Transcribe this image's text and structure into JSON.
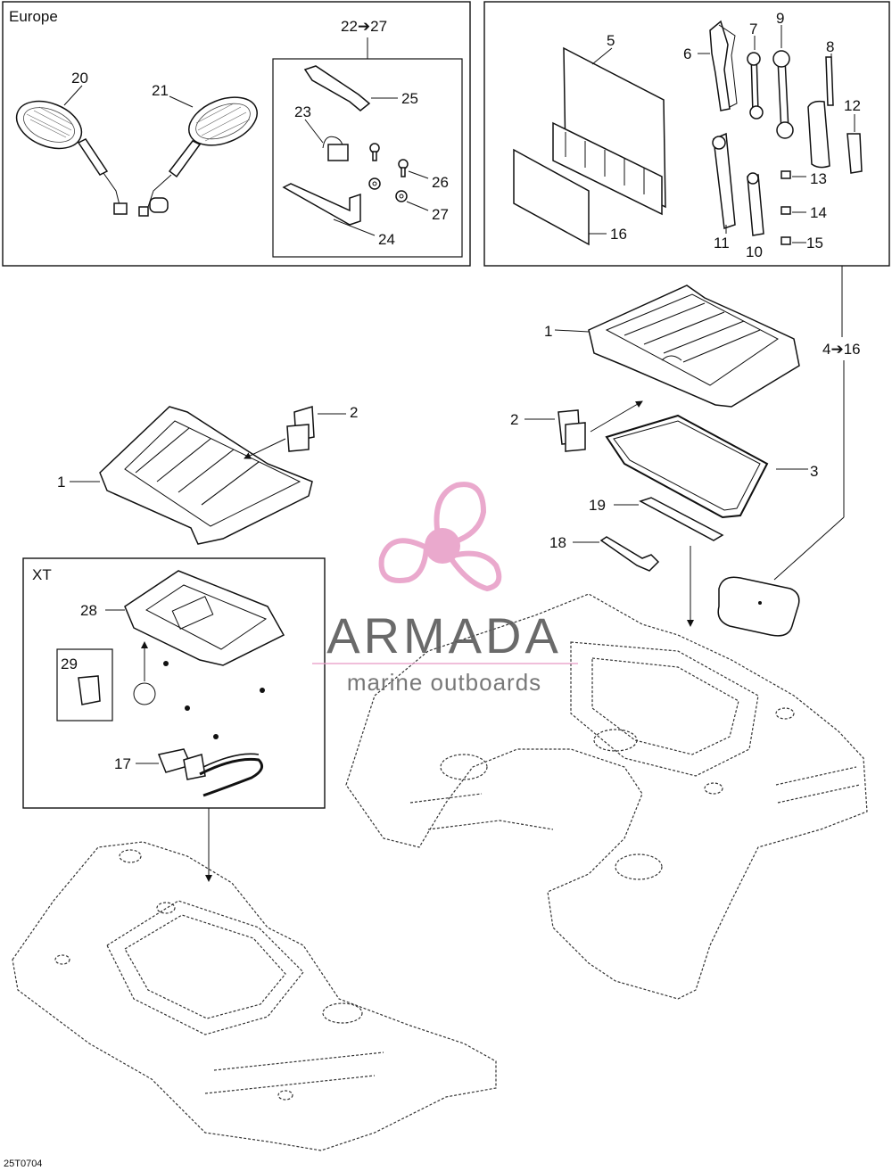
{
  "boxes": {
    "europe": "Europe",
    "xt": "XT"
  },
  "ranges": {
    "hardware": "22➔27",
    "toolkit": "4➔16"
  },
  "callouts": {
    "n1a": "1",
    "n1b": "1",
    "n2a": "2",
    "n2b": "2",
    "n3": "3",
    "n5": "5",
    "n6": "6",
    "n7": "7",
    "n8": "8",
    "n9": "9",
    "n10": "10",
    "n11": "11",
    "n12": "12",
    "n13": "13",
    "n14": "14",
    "n15": "15",
    "n16": "16",
    "n17": "17",
    "n18": "18",
    "n19": "19",
    "n20": "20",
    "n21": "21",
    "n23": "23",
    "n24": "24",
    "n25": "25",
    "n26": "26",
    "n27": "27",
    "n28": "28",
    "n29": "29"
  },
  "watermark": {
    "brand": "ARMADA",
    "tagline": "marine outboards",
    "color": "#e8a0c8"
  },
  "figure_code": "25T0704"
}
